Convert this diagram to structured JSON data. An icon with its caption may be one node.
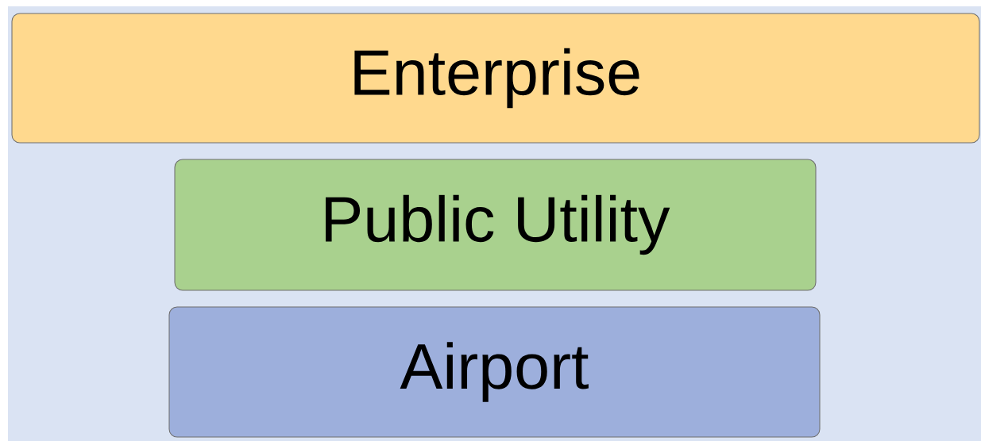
{
  "diagram": {
    "nodes": [
      {
        "text": [
          "Enterprise"
        ]
      },
      {
        "text": [
          "Public Utility"
        ]
      },
      {
        "text": [
          "Airport"
        ]
      }
    ]
  }
}
